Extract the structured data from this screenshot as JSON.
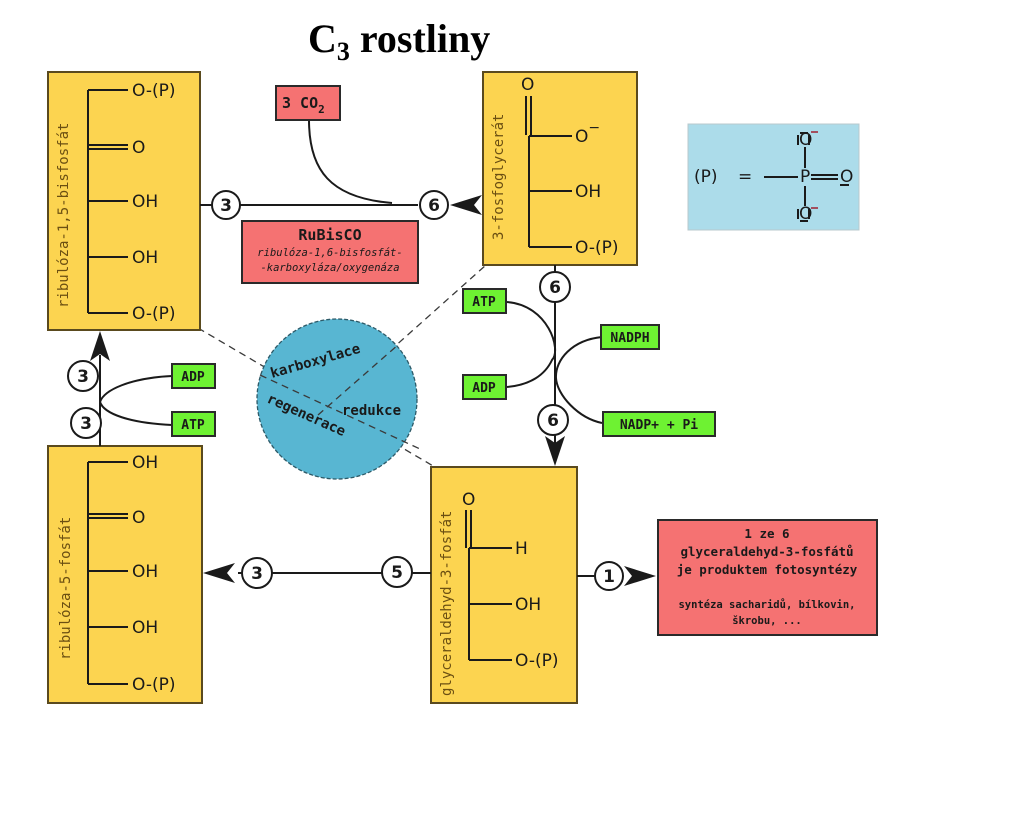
{
  "title": {
    "main_prefix": "C",
    "subscript": "3",
    "main_suffix": " rostliny"
  },
  "molecules": {
    "rubp": {
      "label": "ribulóza-1,5-bisfosfát",
      "groups": [
        "O-(P)",
        "O",
        "OH",
        "OH",
        "O-(P)"
      ]
    },
    "pga": {
      "label": "3-fosfoglycerát",
      "groups": [
        "O",
        "O",
        "OH",
        "O-(P)"
      ],
      "charge": "−"
    },
    "g3p": {
      "label": "glyceraldehyd-3-fosfát",
      "groups": [
        "O",
        "H",
        "OH",
        "O-(P)"
      ]
    },
    "ru5p": {
      "label": "ribulóza-5-fosfát",
      "groups": [
        "OH",
        "O",
        "OH",
        "OH",
        "O-(P)"
      ]
    }
  },
  "co2": {
    "prefix": "3 CO",
    "subscript": "2"
  },
  "enzyme": {
    "name": "RuBisCO",
    "line1": "ribulóza-1,6-bisfosfát-",
    "line2": "-karboxyláza/oxygenáza"
  },
  "stoichiometry": {
    "rubp_out": "3",
    "pga_in": "6",
    "pga_out": "6",
    "g3p_in": "6",
    "g3p_to_ru5p": "5",
    "ru5p_in": "3",
    "g3p_product": "1",
    "regen_top": "3",
    "regen_bottom": "3"
  },
  "cofactors": {
    "reduction_atp": "ATP",
    "reduction_adp": "ADP",
    "nadph": "NADPH",
    "nadp": "NADP+ + Pi",
    "regen_adp": "ADP",
    "regen_atp": "ATP"
  },
  "cycle": {
    "phase_carboxylation": "karboxylace",
    "phase_reduction": "redukce",
    "phase_regeneration": "regenerace"
  },
  "phosphate_legend": {
    "symbol": "(P)",
    "equals": "=",
    "p_atom": "P",
    "o_atom": "O",
    "charge": "−"
  },
  "product": {
    "line1": "1 ze 6",
    "line2": "glyceraldehyd-3-fosfátů",
    "line3": "je produktem fotosyntézy",
    "line4": "syntéza sacharidů, bílkovin,",
    "line5": "škrobu, ..."
  },
  "colors": {
    "molecule_box": "#fcd450",
    "enzyme_box": "#f57272",
    "cofactor_box": "#6ef232",
    "legend_box": "#acdcea",
    "cycle_circle": "#58b6d2"
  }
}
